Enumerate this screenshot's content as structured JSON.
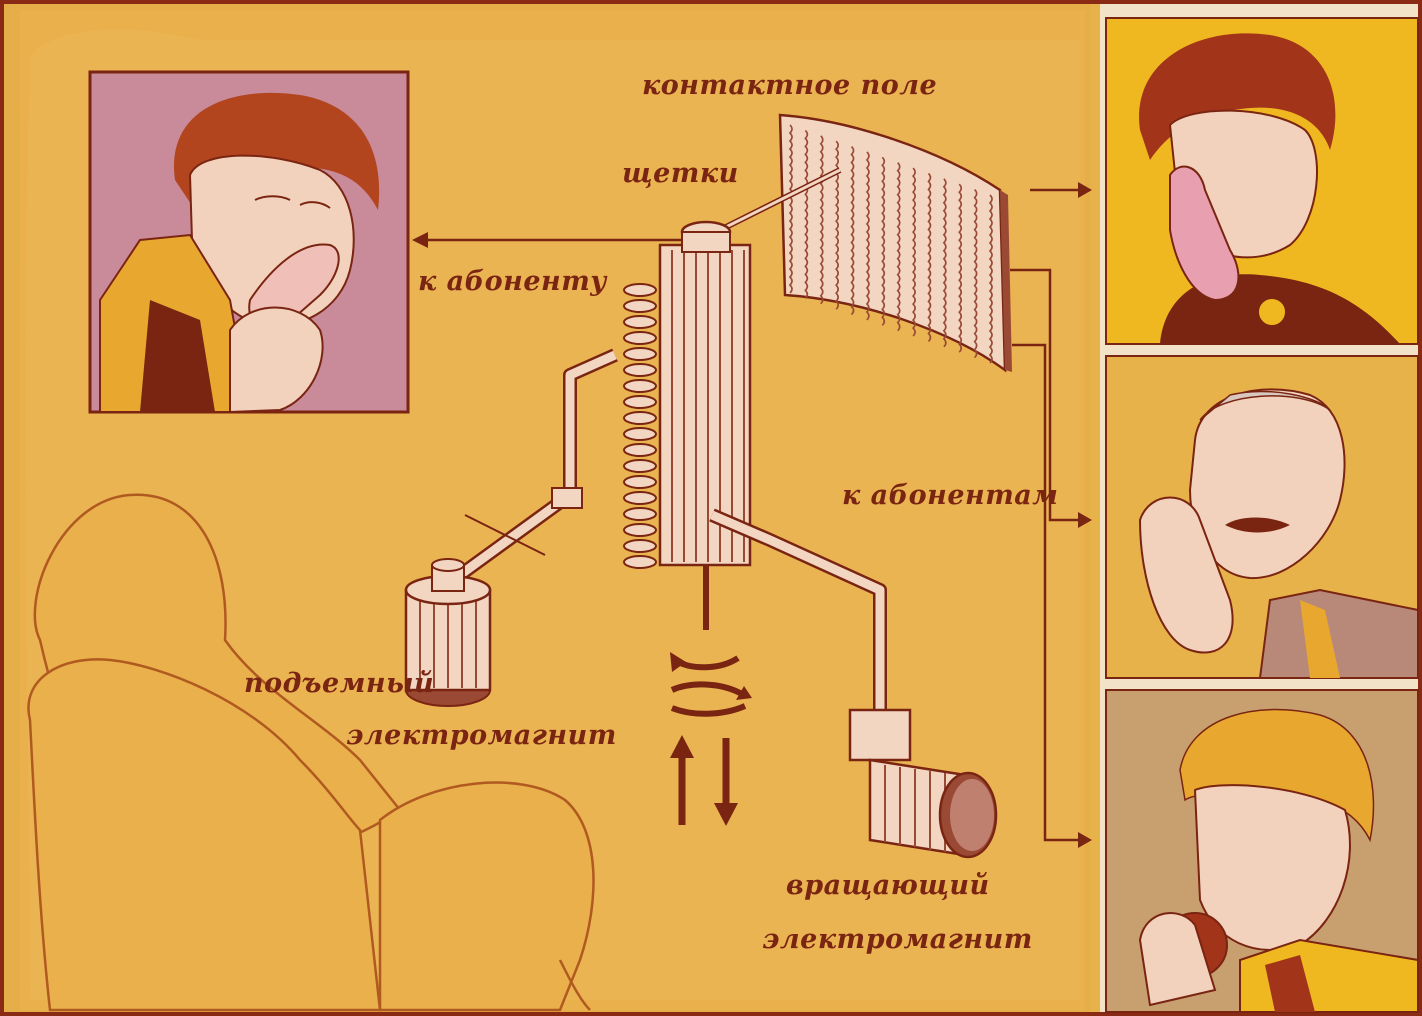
{
  "labels": {
    "contact_field": "контактное поле",
    "brushes": "щетки",
    "to_subscriber": "к абоненту",
    "to_subscribers": "к абонентам",
    "lifting_magnet_line1": "подъемный",
    "lifting_magnet_line2": "электромагнит",
    "rotating_magnet_line1": "вращающий",
    "rotating_magnet_line2": "электромагнит"
  },
  "colors": {
    "background": "#e8b24a",
    "panel_border": "#7a2412",
    "ink": "#7a2412",
    "caller_panel_bg": "#c98a9a",
    "right_panel_1_bg": "#f0b820",
    "right_panel_2_bg": "#e8b24a",
    "right_panel_3_bg": "#c8a070",
    "metal_light": "#f2d6c2",
    "metal_dark": "#8a4a3a"
  },
  "icons": {
    "up_arrow": "arrow-up-icon",
    "down_arrow": "arrow-down-icon",
    "rotation_arcs": "rotation-arrows-icon"
  }
}
